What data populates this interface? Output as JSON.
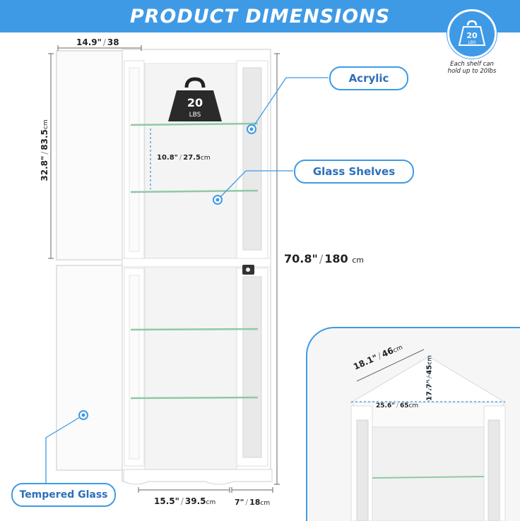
{
  "header": {
    "title": "PRODUCT DIMENSIONS"
  },
  "badge": {
    "weight": "20",
    "unit": "LBS",
    "note_line1": "Each shelf can",
    "note_line2": "hold up to 20lbs"
  },
  "weight_block": {
    "weight": "20",
    "unit": "LBS"
  },
  "callouts": {
    "acrylic": "Acrylic",
    "glass_shelves": "Glass Shelves",
    "tempered_glass": "Tempered Glass"
  },
  "dims": {
    "door_width": {
      "in": "14.9\"",
      "cm": "38"
    },
    "upper_height": {
      "in": "32.8\"",
      "cm": "83.5"
    },
    "shelf_gap": {
      "in": "10.8\"",
      "cm": "27.5"
    },
    "total_height": {
      "in": "70.8\"",
      "cm": "180"
    },
    "base_width": {
      "in": "15.5\"",
      "cm": "39.5"
    },
    "side_depth": {
      "in": "7\"",
      "cm": "18"
    },
    "top_side": {
      "in": "18.1\"",
      "cm": "46"
    },
    "top_front": {
      "in": "25.6\"",
      "cm": "65"
    },
    "top_depth": {
      "in": "17.7\"",
      "cm": "45"
    },
    "unit_cm": "cm"
  },
  "colors": {
    "accent": "#3f9ae6",
    "shelf_green": "#8fc9a6"
  }
}
